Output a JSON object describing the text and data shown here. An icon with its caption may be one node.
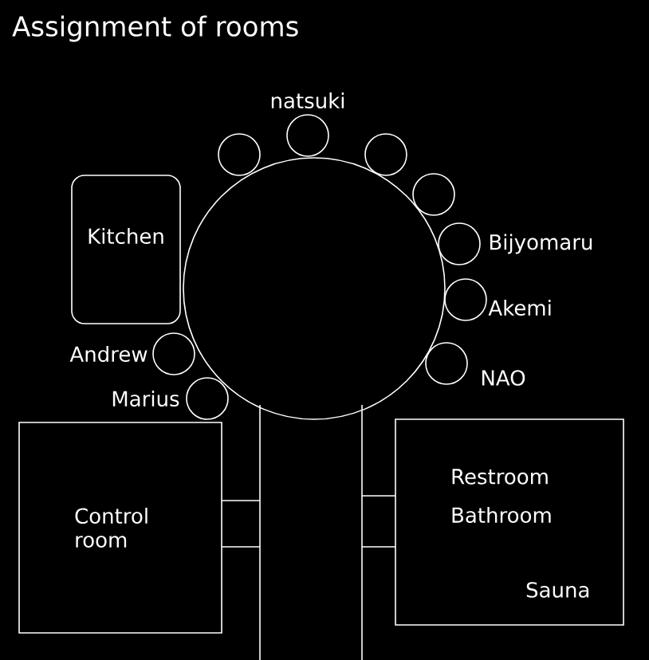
{
  "diagram": {
    "title": "Assignment of rooms",
    "nodes": [
      {
        "text": [],
        "shape": "circle"
      },
      {
        "text": [],
        "shape": "circle"
      },
      {
        "text": [],
        "shape": "circle",
        "beside": [
          "natsuki"
        ]
      },
      {
        "text": [],
        "shape": "circle"
      },
      {
        "text": [],
        "shape": "circle"
      },
      {
        "text": [],
        "shape": "circle",
        "beside": [
          "Bijyomaru"
        ]
      },
      {
        "text": [],
        "shape": "circle",
        "beside": [
          "Akemi"
        ]
      },
      {
        "text": [],
        "shape": "circle",
        "beside": [
          "NAO"
        ]
      },
      {
        "text": [],
        "shape": "circle",
        "beside": [
          "Andrew"
        ]
      },
      {
        "text": [],
        "shape": "circle",
        "beside": [
          "Marius"
        ]
      },
      {
        "text": [
          "Kitchen"
        ]
      },
      {
        "text": [
          "Control room"
        ]
      },
      {
        "text": [
          "Restroom",
          "Bathroom",
          "Sauna"
        ]
      }
    ]
  }
}
